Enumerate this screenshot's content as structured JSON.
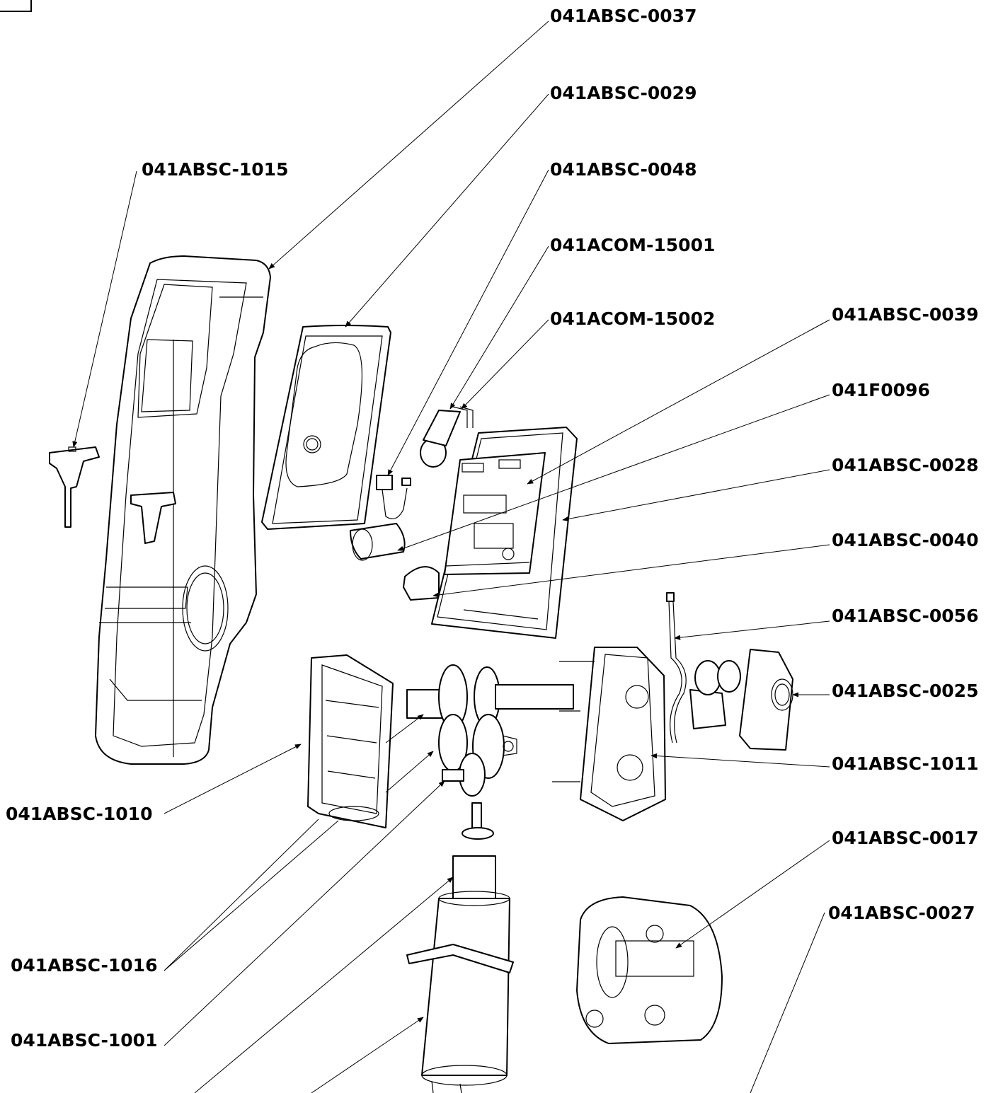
{
  "labels": {
    "p0037": "041ABSC-0037",
    "p0029": "041ABSC-0029",
    "p1015": "041ABSC-1015",
    "p0048": "041ABSC-0048",
    "p15001": "041ACOM-15001",
    "p15002": "041ACOM-15002",
    "p0039": "041ABSC-0039",
    "pF0096": "041F0096",
    "p0028": "041ABSC-0028",
    "p0040": "041ABSC-0040",
    "p0056": "041ABSC-0056",
    "p0025": "041ABSC-0025",
    "p1011": "041ABSC-1011",
    "p1010": "041ABSC-1010",
    "p0017": "041ABSC-0017",
    "p0027": "041ABSC-0027",
    "p1016": "041ABSC-1016",
    "p1001": "041ABSC-1001"
  }
}
